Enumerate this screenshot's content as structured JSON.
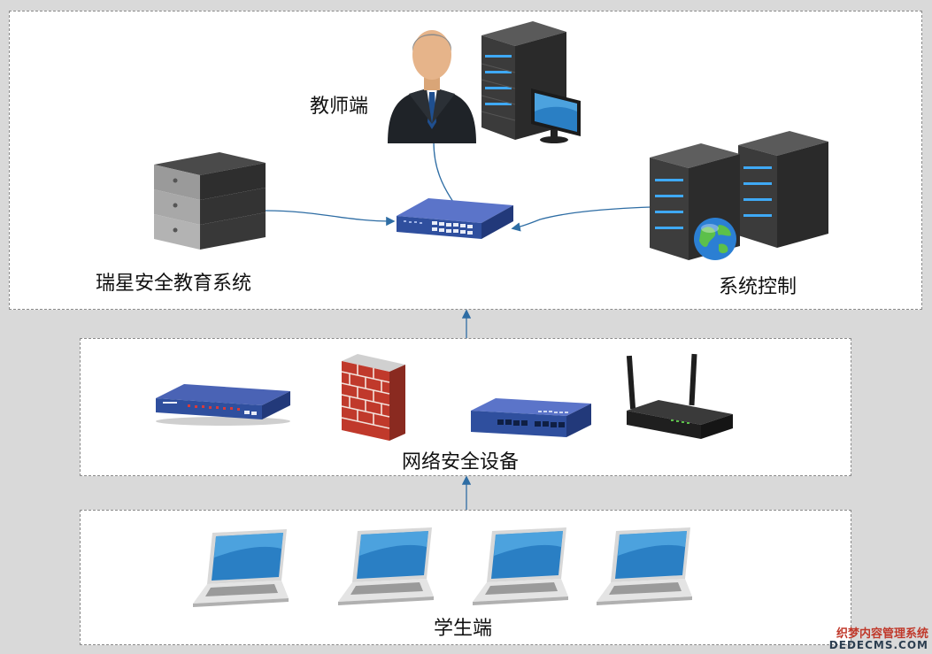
{
  "labels": {
    "teacher": "教师端",
    "ruixing": "瑞星安全教育系统",
    "system_control": "系统控制",
    "network_security": "网络安全设备",
    "student": "学生端"
  },
  "watermark": {
    "cn": "织梦内容管理系统",
    "en": "DEDECMS.COM"
  },
  "colors": {
    "background": "#d9d9d9",
    "panel": "#ffffff",
    "connector": "#2e6da4",
    "device_blue": "#2f4f9e",
    "server_dark": "#3a3a3a",
    "led_blue": "#3fa9f5",
    "brick": "#c0392b"
  },
  "icons": [
    "teacher-person-icon",
    "teacher-server-icon",
    "monitor-icon",
    "ruixing-server-icon",
    "network-switch-icon",
    "control-servers-icon",
    "globe-icon",
    "router-icon",
    "firewall-icon",
    "netgear-switch-icon",
    "wifi-router-icon",
    "laptop-icon"
  ]
}
